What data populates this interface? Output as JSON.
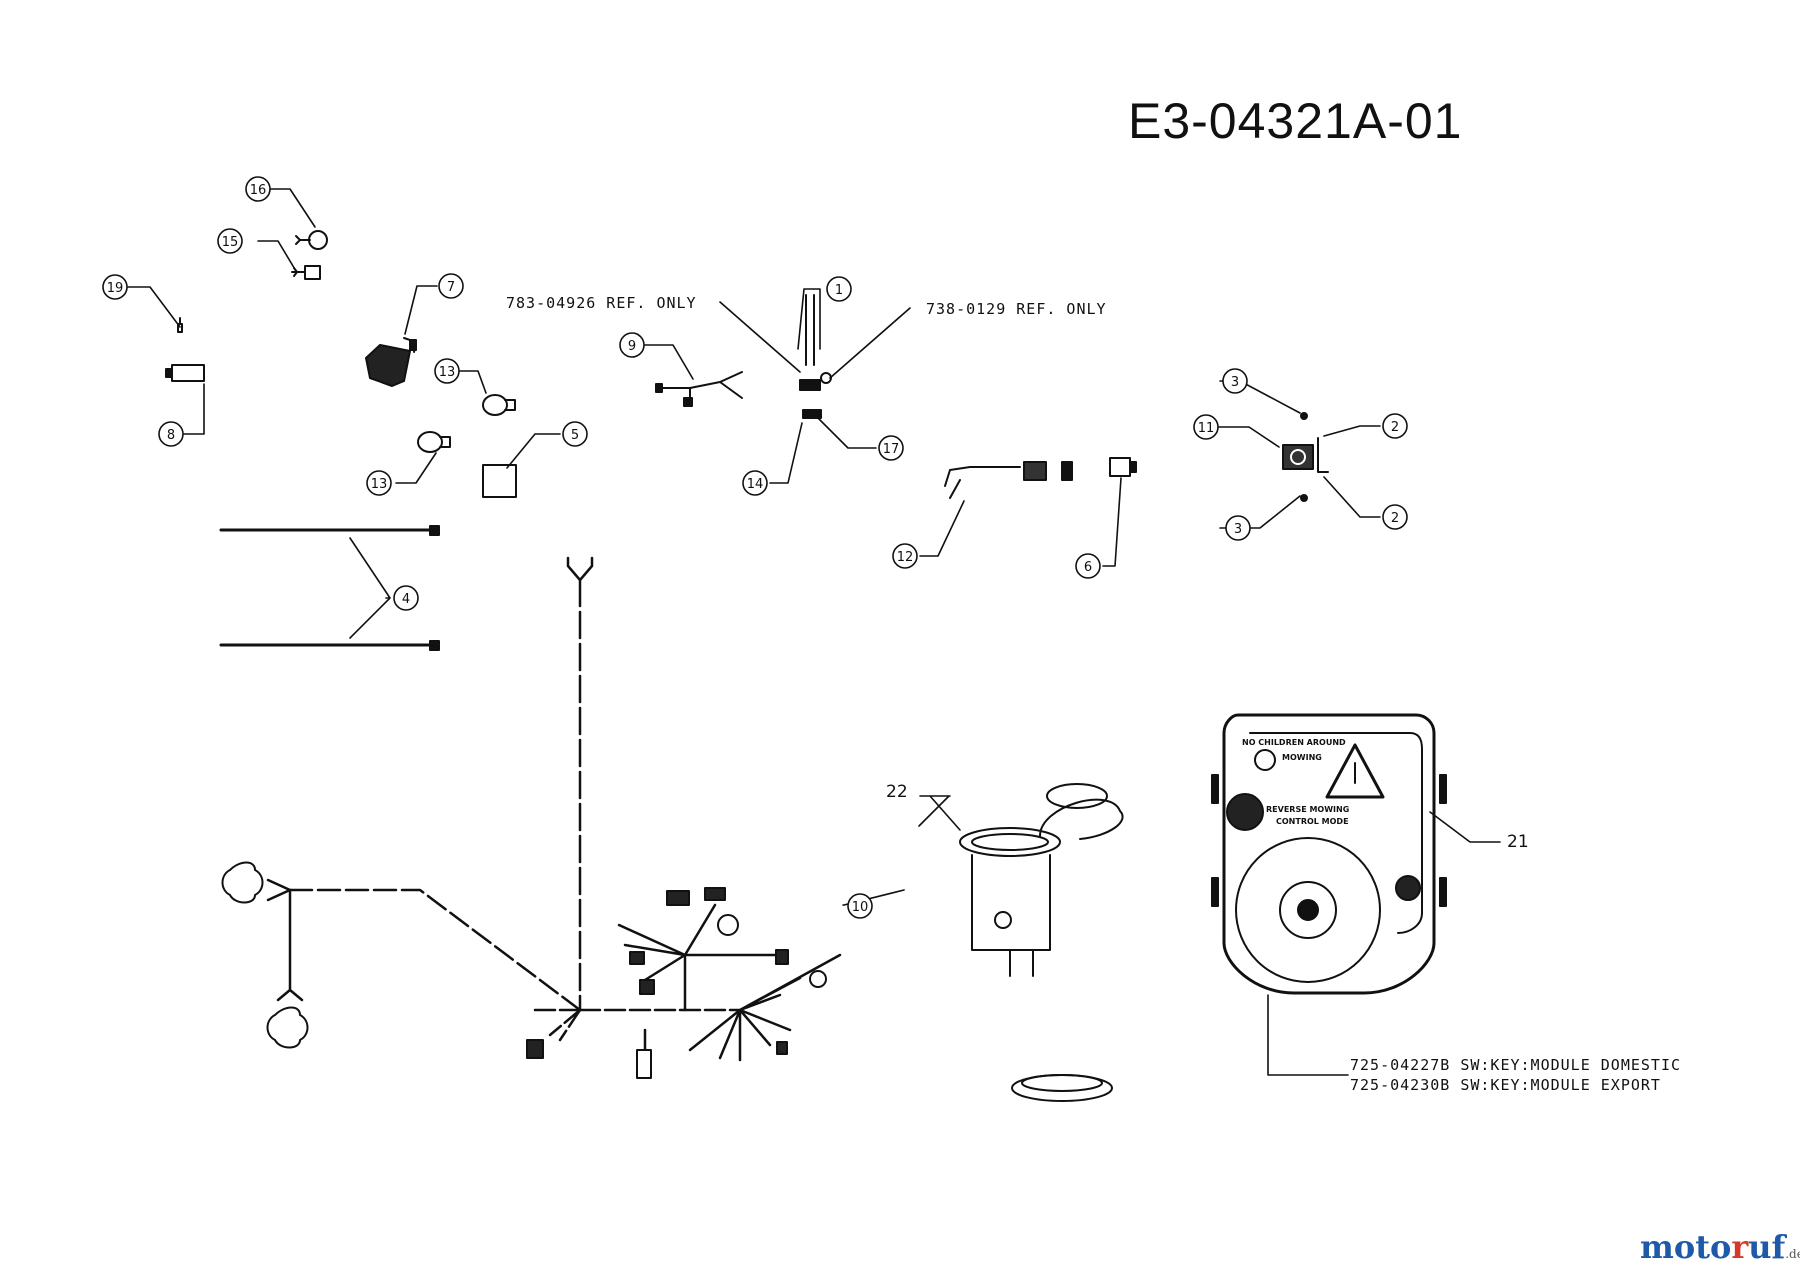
{
  "title": "E3-04321A-01",
  "notes": {
    "ref_left": "783-04926 REF. ONLY",
    "ref_right": "738-0129 REF. ONLY",
    "module_domestic": "725-04227B SW:KEY:MODULE DOMESTIC",
    "module_export": "725-04230B SW:KEY:MODULE EXPORT"
  },
  "callouts": {
    "c1": "1",
    "c2a": "2",
    "c2b": "2",
    "c3a": "3",
    "c3b": "3",
    "c4": "4",
    "c5": "5",
    "c6": "6",
    "c7": "7",
    "c8": "8",
    "c9": "9",
    "c10": "10",
    "c11": "11",
    "c12": "12",
    "c13a": "13",
    "c13b": "13",
    "c14": "14",
    "c15": "15",
    "c16": "16",
    "c17": "17",
    "c19": "19",
    "c21": "21",
    "c22": "22"
  },
  "panel_text": {
    "line1": "NO CHILDREN AROUND",
    "line2": "MOWING",
    "line3": "REVERSE MOWING",
    "line4": "CONTROL MODE"
  },
  "logo": {
    "part1": "moto",
    "part2": "r",
    "part3": "uf",
    "suffix": ".de"
  }
}
